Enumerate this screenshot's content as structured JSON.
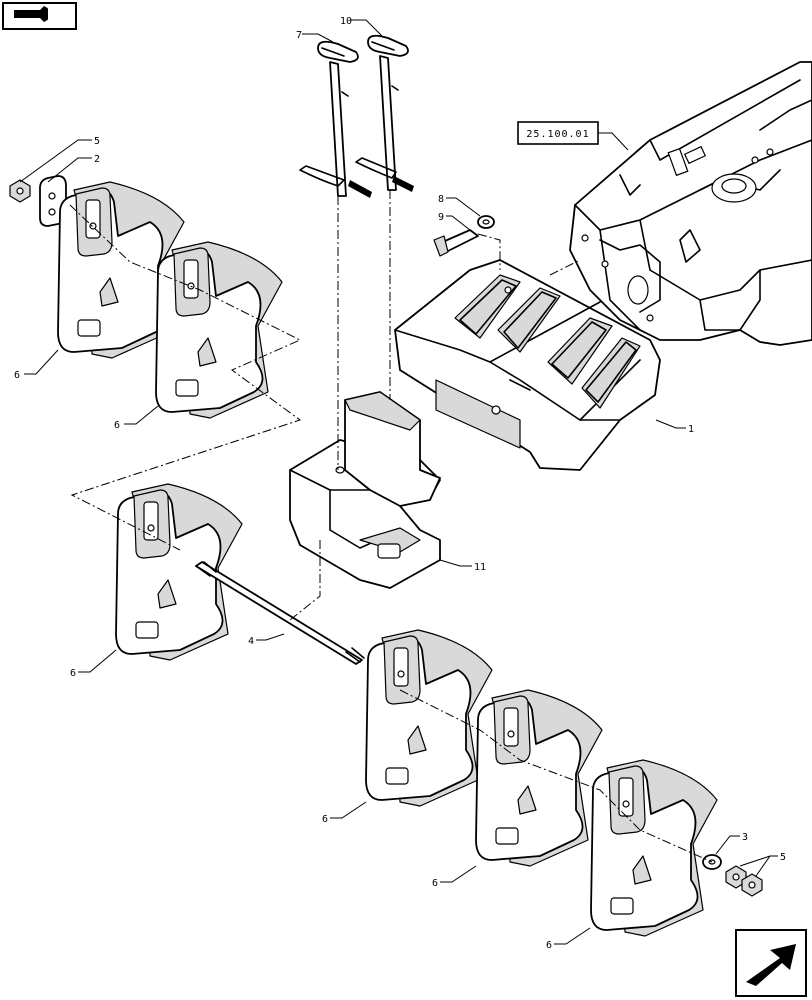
{
  "reference": "25.100.01",
  "callouts": {
    "c1": "1",
    "c2": "2",
    "c3": "3",
    "c4": "4",
    "c5a": "5",
    "c5b": "5",
    "c6a": "6",
    "c6b": "6",
    "c6c": "6",
    "c6d": "6",
    "c6e": "6",
    "c6f": "6",
    "c7": "7",
    "c8": "8",
    "c9": "9",
    "c10": "10",
    "c11": "11"
  },
  "icons": {
    "top_left": "book-hand-icon",
    "bottom_right": "next-page-arrow-icon"
  }
}
